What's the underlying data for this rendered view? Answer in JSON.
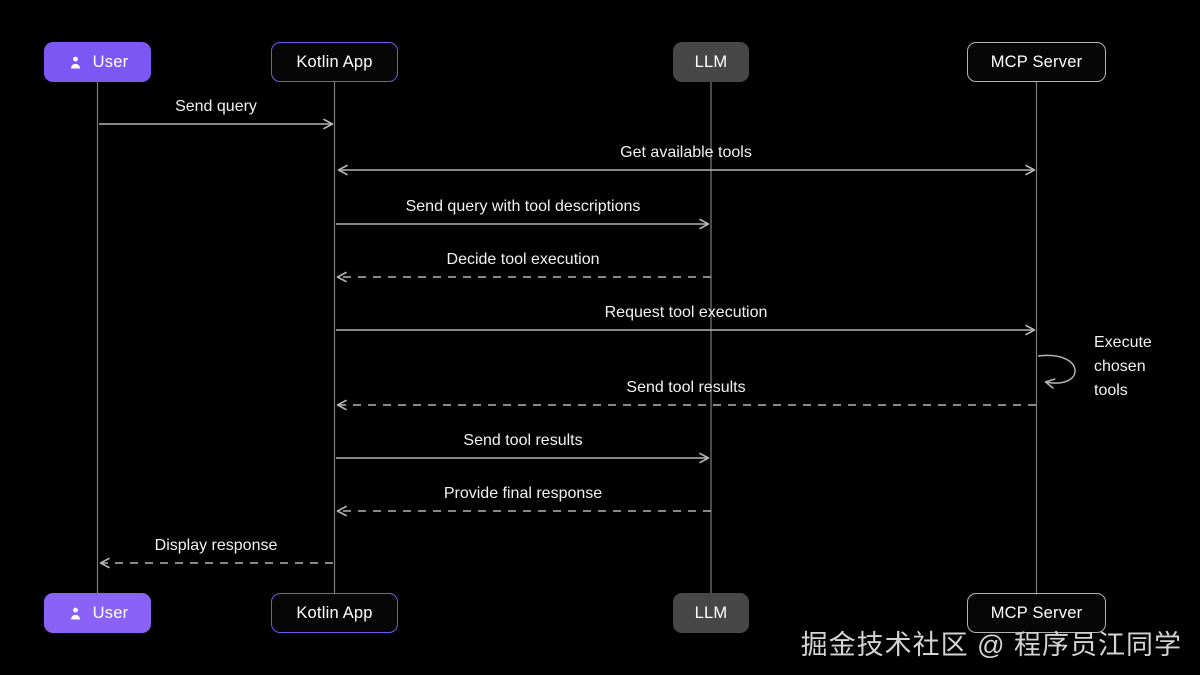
{
  "colors": {
    "background": "#000000",
    "user_actor_fill_top": "#7d57f3",
    "user_actor_fill_bottom": "#8a63f6",
    "kotlin_app_border": "#7455e8",
    "llm_fill": "#474747",
    "mcp_server_border": "#b3b3b3",
    "arrow_line": "#b4b4b4",
    "lifeline": "#7d7d7d",
    "text": "#f2f2f2",
    "watermark_text": "#d4d4d4"
  },
  "actors": [
    {
      "id": "user",
      "label": "User",
      "icon": "user-icon"
    },
    {
      "id": "kotlin-app",
      "label": "Kotlin App"
    },
    {
      "id": "llm",
      "label": "LLM"
    },
    {
      "id": "mcp-server",
      "label": "MCP Server"
    }
  ],
  "messages": [
    {
      "from": "User",
      "to": "Kotlin App",
      "label": "Send query",
      "line": "solid",
      "arrow": "to"
    },
    {
      "from": "Kotlin App",
      "to": "MCP Server",
      "label": "Get available tools",
      "line": "solid",
      "arrow": "both"
    },
    {
      "from": "Kotlin App",
      "to": "LLM",
      "label": "Send query with tool descriptions",
      "line": "solid",
      "arrow": "to"
    },
    {
      "from": "LLM",
      "to": "Kotlin App",
      "label": "Decide tool execution",
      "line": "dashed",
      "arrow": "to"
    },
    {
      "from": "Kotlin App",
      "to": "MCP Server",
      "label": "Request tool execution",
      "line": "solid",
      "arrow": "to"
    },
    {
      "from": "MCP Server",
      "to": "MCP Server",
      "label": "Execute chosen tools",
      "line": "self-loop",
      "arrow": "to"
    },
    {
      "from": "MCP Server",
      "to": "Kotlin App",
      "label": "Send tool results",
      "line": "dashed",
      "arrow": "to"
    },
    {
      "from": "Kotlin App",
      "to": "LLM",
      "label": "Send tool results",
      "line": "solid",
      "arrow": "to"
    },
    {
      "from": "LLM",
      "to": "Kotlin App",
      "label": "Provide final response",
      "line": "dashed",
      "arrow": "to"
    },
    {
      "from": "Kotlin App",
      "to": "User",
      "label": "Display response",
      "line": "dashed",
      "arrow": "to"
    }
  ],
  "watermark": "掘金技术社区 @ 程序员江同学"
}
